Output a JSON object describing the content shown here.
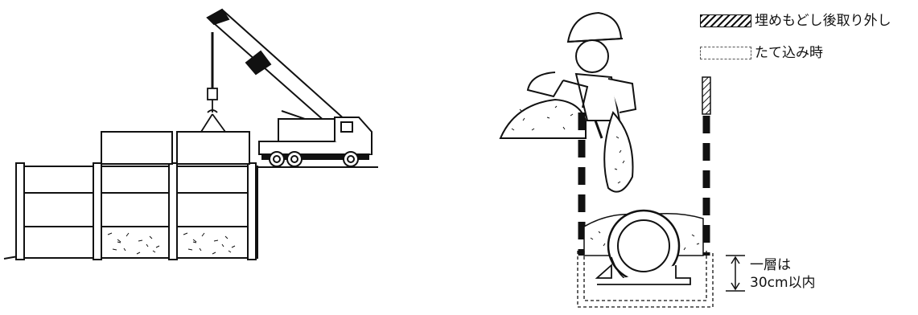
{
  "legend": {
    "items": [
      {
        "style": "hatched",
        "label": "埋めもどし後取り外し"
      },
      {
        "style": "dashed",
        "label": "たて込み時"
      }
    ]
  },
  "annotation": {
    "line1": "一層は",
    "line2": "30cm以内"
  },
  "colors": {
    "ink": "#111111",
    "paper": "#ffffff"
  }
}
